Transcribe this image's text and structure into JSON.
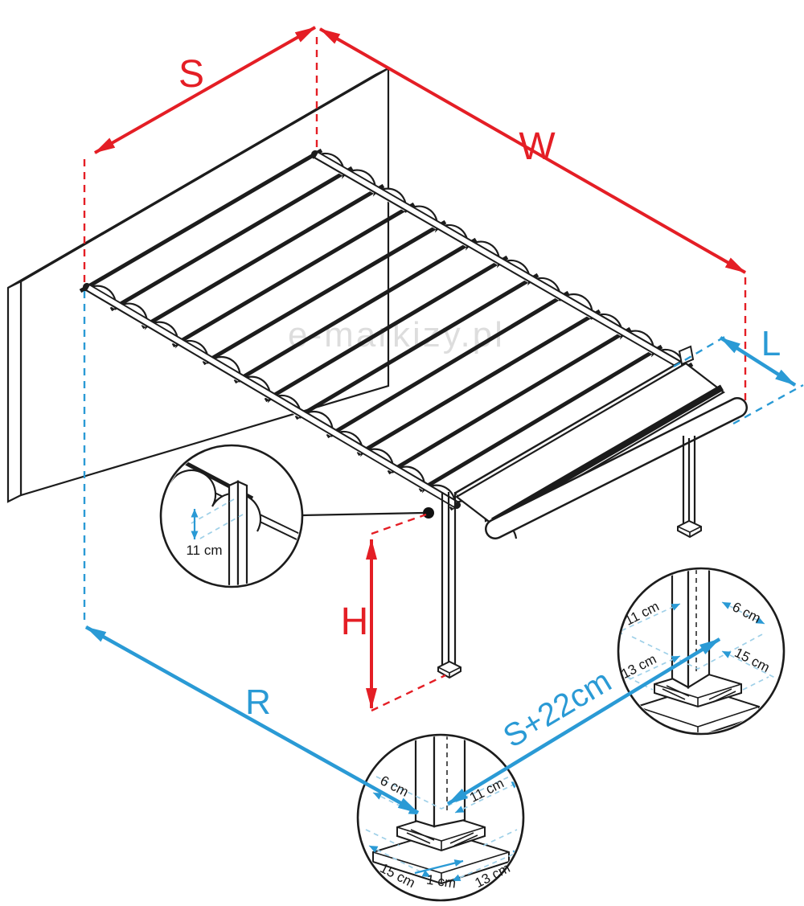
{
  "watermark": "e-markizy.pl",
  "colors": {
    "ink": "#1c1c1c",
    "red": "#e41e25",
    "blue": "#2a9ad5",
    "lblue": "#9fd0e8"
  },
  "dimensions": {
    "width_back": "S",
    "width_total": "W",
    "fold_stack": "L",
    "height": "H",
    "projection": "R",
    "post_spacing": "S+22cm"
  },
  "detail_left": {
    "rail_offset": "11 cm"
  },
  "detail_bottom": {
    "front_offset": "6 cm",
    "side_offset": "11 cm",
    "base_width": "15 cm",
    "base_gap": "1 cm",
    "base_depth": "13 cm"
  },
  "detail_right": {
    "side_offset": "11 cm",
    "front_offset": "6 cm",
    "base_depth": "13 cm",
    "base_width": "15 cm"
  }
}
